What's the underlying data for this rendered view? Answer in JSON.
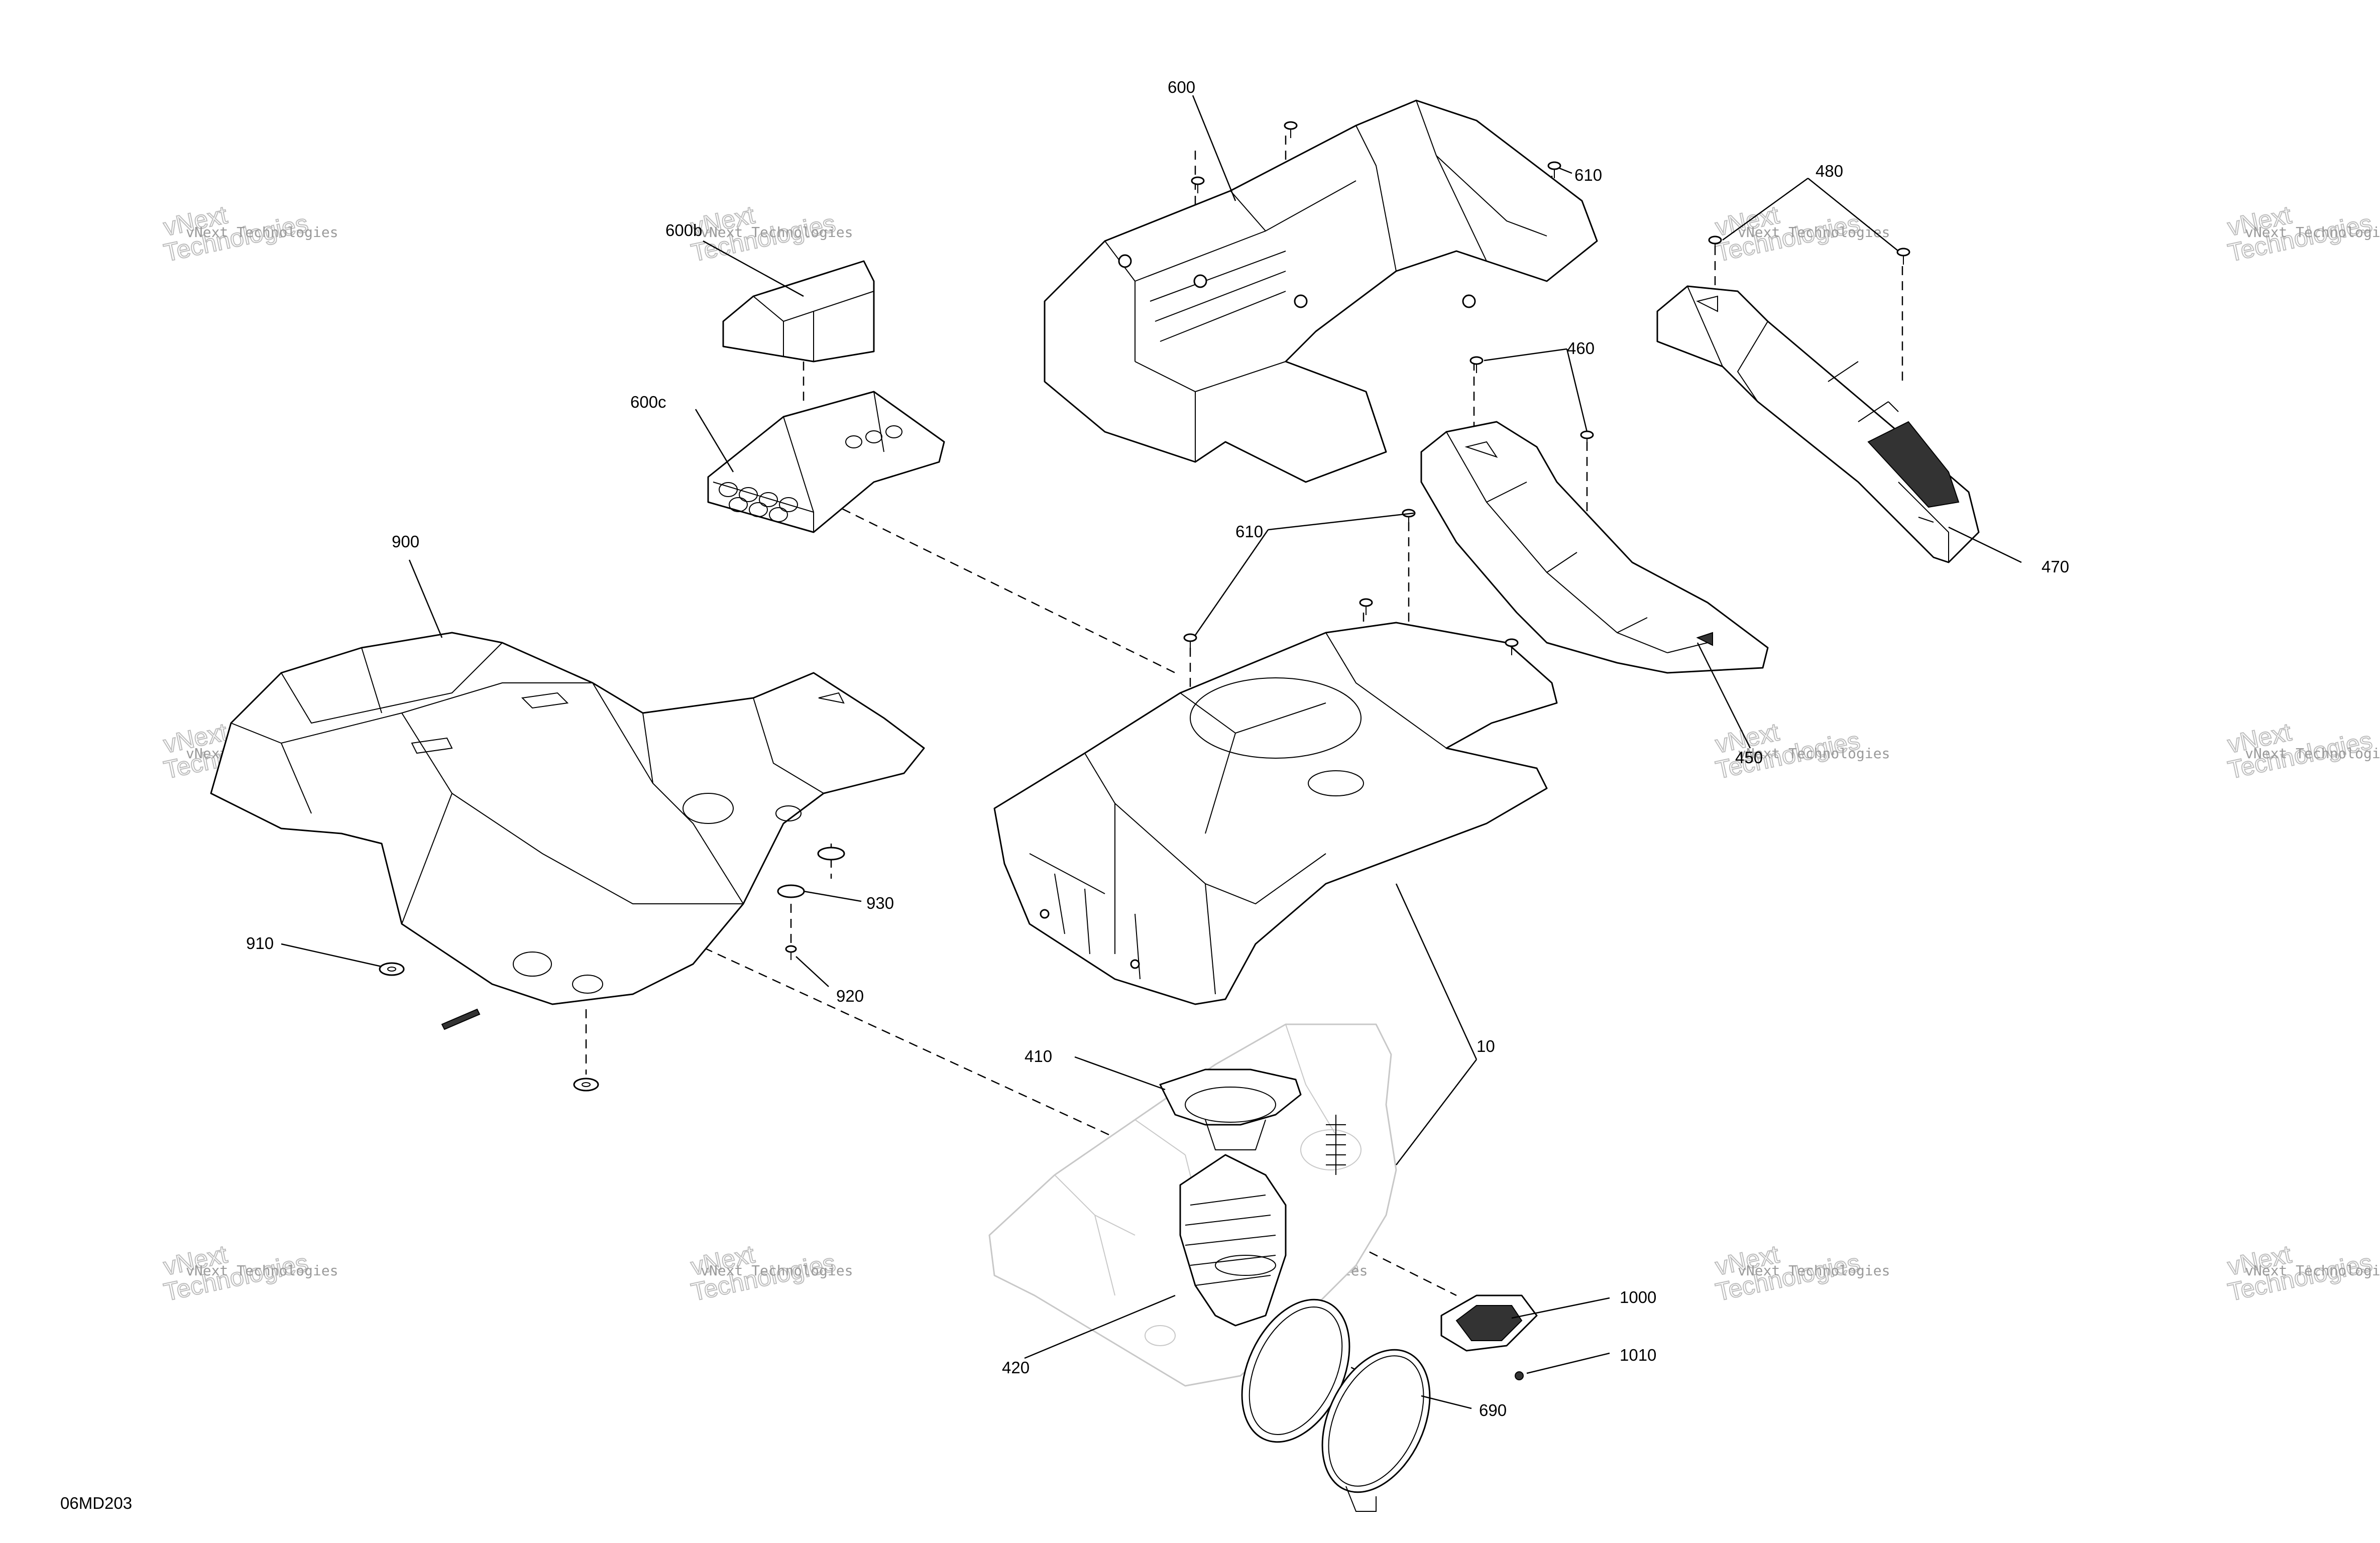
{
  "diagram_code": "06MD203",
  "watermark": {
    "line1": "vNext Technologies",
    "brand": "vNext",
    "line2": "Technologies"
  },
  "callouts": [
    {
      "id": "c600",
      "label": "600"
    },
    {
      "id": "c610a",
      "label": "610"
    },
    {
      "id": "c480",
      "label": "480"
    },
    {
      "id": "c600b",
      "label": "600b"
    },
    {
      "id": "c600c",
      "label": "600c"
    },
    {
      "id": "c460",
      "label": "460"
    },
    {
      "id": "c610b",
      "label": "610"
    },
    {
      "id": "c470",
      "label": "470"
    },
    {
      "id": "c900",
      "label": "900"
    },
    {
      "id": "c450",
      "label": "450"
    },
    {
      "id": "c930",
      "label": "930"
    },
    {
      "id": "c910",
      "label": "910"
    },
    {
      "id": "c920",
      "label": "920"
    },
    {
      "id": "c410",
      "label": "410"
    },
    {
      "id": "c10",
      "label": "10"
    },
    {
      "id": "c1000",
      "label": "1000"
    },
    {
      "id": "c1010",
      "label": "1010"
    },
    {
      "id": "c420",
      "label": "420"
    },
    {
      "id": "c690",
      "label": "690"
    }
  ]
}
